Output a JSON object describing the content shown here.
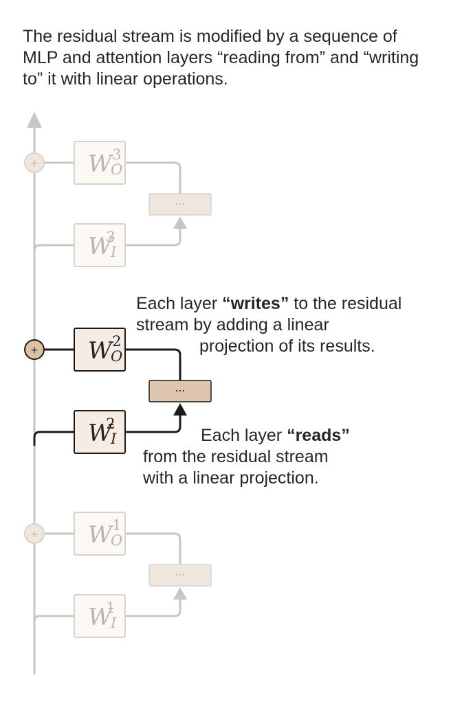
{
  "intro": "The residual stream is modified by a sequence of MLP and attention layers “reading from” and “writing to” it with linear operations.",
  "writes_note": {
    "prefix": "Each layer ",
    "bold": "“writes”",
    "suffix": " to the residual",
    "line2": "stream by adding a linear",
    "line3": "projection of its results."
  },
  "reads_note": {
    "prefix": "Each layer ",
    "bold": "“reads”",
    "line2": "from the residual stream",
    "line3": "with a linear projection."
  },
  "layers": [
    {
      "layer": 3,
      "write_weight": {
        "base": "W",
        "sub": "O",
        "sup": "3"
      },
      "read_weight": {
        "base": "W",
        "sub": "I",
        "sup": "3"
      },
      "block_label": "···",
      "plus": "+",
      "highlighted": false
    },
    {
      "layer": 2,
      "write_weight": {
        "base": "W",
        "sub": "O",
        "sup": "2"
      },
      "read_weight": {
        "base": "W",
        "sub": "I",
        "sup": "2"
      },
      "block_label": "···",
      "plus": "+",
      "highlighted": true
    },
    {
      "layer": 1,
      "write_weight": {
        "base": "W",
        "sub": "O",
        "sup": "1"
      },
      "read_weight": {
        "base": "W",
        "sub": "I",
        "sup": "1"
      },
      "block_label": "···",
      "plus": "+",
      "highlighted": false
    }
  ],
  "colors": {
    "faded_line": "#c6c6c6",
    "dark_line": "#1a1a1a",
    "faded_box_fill": "#fcf8f4",
    "faded_box_stroke": "#d6d2ce",
    "dark_box_fill": "#f6ece4",
    "faded_block_fill": "#efe6dd",
    "dark_block_fill": "#dcc4ad",
    "faded_plus_fill": "#f1e6dc",
    "dark_plus_fill": "#dcc0a6",
    "faded_text": "#b5b5b5",
    "dark_text": "#222222"
  }
}
